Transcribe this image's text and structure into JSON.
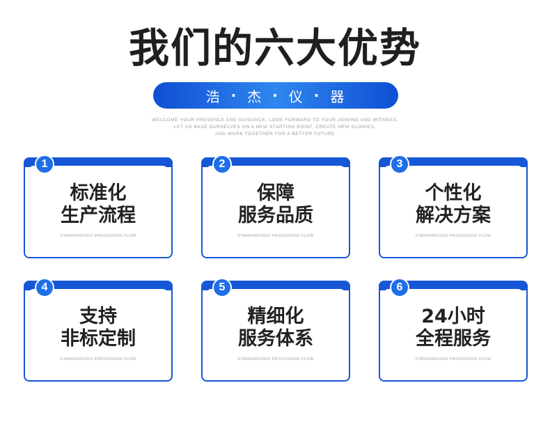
{
  "header": {
    "title": "我们的六大优势",
    "brand": [
      "浩",
      "杰",
      "仪",
      "器"
    ],
    "separator": "·",
    "tagline_lines": [
      "WELCOME YOUR PRESENCE AND GUIDANCE, LOOK FORWARD TO YOUR JOINING AND WITNESS,",
      "LET US BASE OURSELVES ON A NEW STARTING POINT, CREATE NEW GLORIES,",
      "AND WORK TOGETHER FOR A BETTER FUTURE"
    ]
  },
  "cards": [
    {
      "number": "1",
      "line1": "标准化",
      "line2": "生产流程",
      "sub": "STANDARDIZED PROCESSING FLOW"
    },
    {
      "number": "2",
      "line1": "保障",
      "line2": "服务品质",
      "sub": "STANDARDIZED PROCESSING FLOW"
    },
    {
      "number": "3",
      "line1": "个性化",
      "line2": "解决方案",
      "sub": "STANDARDIZED PROCESSING FLOW"
    },
    {
      "number": "4",
      "line1": "支持",
      "line2": "非标定制",
      "sub": "STANDARDIZED PROCESSING FLOW"
    },
    {
      "number": "5",
      "line1": "精细化",
      "line2": "服务体系",
      "sub": "STANDARDIZED PROCESSING FLOW"
    },
    {
      "number": "6",
      "line1": "24小时",
      "line2": "全程服务",
      "sub": "STANDARDIZED PROCESSING FLOW"
    }
  ],
  "colors": {
    "accent": "#1557d6",
    "badge": "#1e6fe8",
    "text": "#222222"
  }
}
